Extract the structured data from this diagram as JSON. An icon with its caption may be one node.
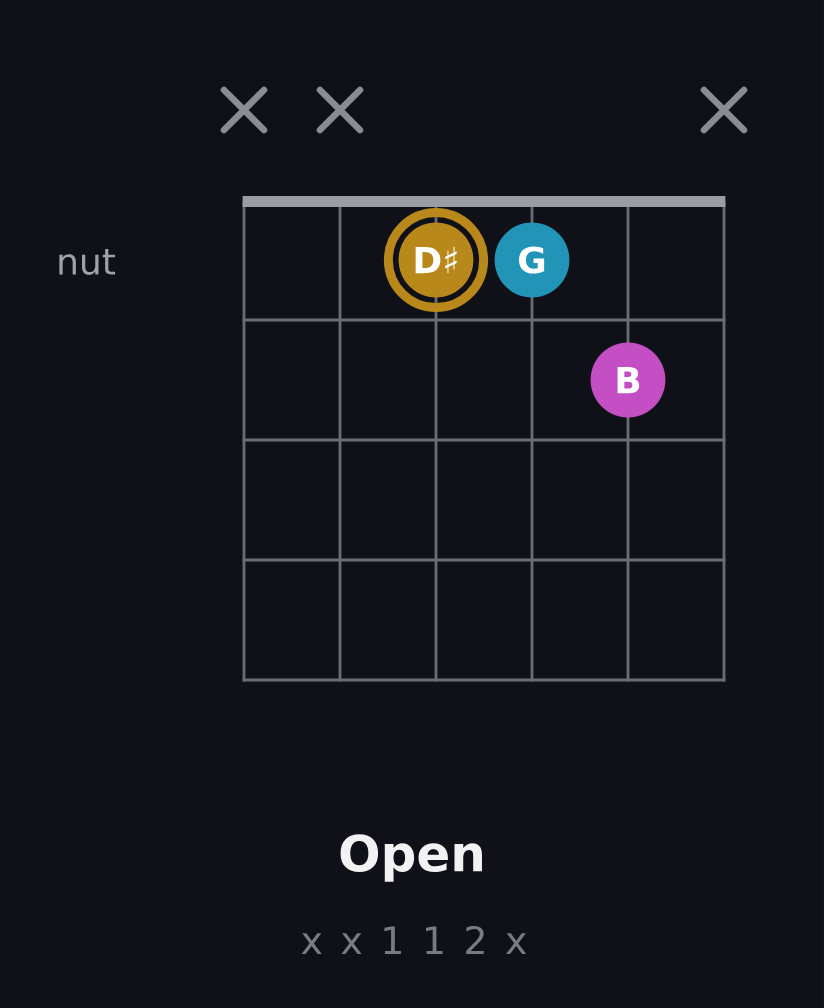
{
  "diagram": {
    "title": "Open",
    "nodes": [
      {
        "text": [
          "D♯"
        ]
      },
      {
        "text": [
          "G"
        ]
      },
      {
        "text": [
          "B"
        ]
      }
    ],
    "labels": [
      "nut",
      "x x 1 1 2 x"
    ]
  }
}
